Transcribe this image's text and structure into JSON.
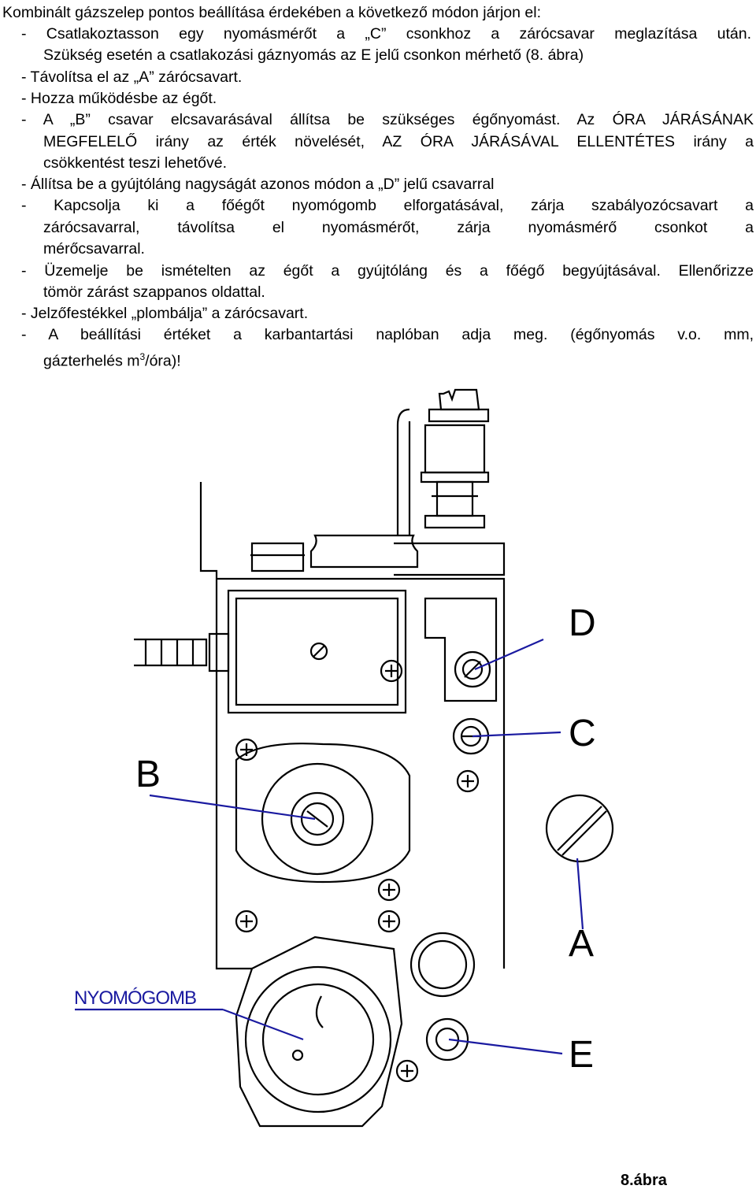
{
  "instructions": {
    "intro": "Kombinált gázszelep pontos beállítása érdekében a következő módon járjon el:",
    "lines": [
      "- Csatlakoztasson egy nyomásmérőt a „C” csonkhoz a zárócsavar meglazítása után.",
      "Szükség esetén a csatlakozási gáznyomás az E jelű csonkon mérhető (8. ábra)",
      "- Távolítsa el az „A” zárócsavart.",
      "- Hozza működésbe az égőt.",
      "- A „B” csavar elcsavarásával állítsa be szükséges égőnyomást. Az ÓRA JÁRÁSÁNAK",
      "MEGFELELŐ irány az érték növelését, AZ ÓRA JÁRÁSÁVAL ELLENTÉTES irány a",
      "csökkentést teszi lehetővé.",
      "- Állítsa be a gyújtóláng nagyságát azonos módon a „D” jelű csavarral",
      "- Kapcsolja ki a főégőt nyomógomb elforgatásával, zárja szabályozócsavart a",
      "zárócsavarral, távolítsa el nyomásmérőt, zárja nyomásmérő csonkot a",
      "mérőcsavarral.",
      "- Üzemelje be ismételten az égőt a gyújtóláng és a főégő begyújtásával. Ellenőrizze",
      "tömör zárást szappanos oldattal.",
      "- Jelzőfestékkel „plombálja” a zárócsavart.",
      "- A beállítási értéket a karbantartási naplóban adja meg. (égőnyomás v.o. mm,"
    ],
    "last_line_pre": "gázterhelés m",
    "last_line_sup": "3",
    "last_line_post": "/óra)!"
  },
  "figure": {
    "labels": {
      "d": "D",
      "c": "C",
      "b": "B",
      "a": "A",
      "e": "E",
      "button": "NYOMÓGOMB"
    },
    "leader_color": "#1a1aa0",
    "caption": "8.ábra"
  }
}
